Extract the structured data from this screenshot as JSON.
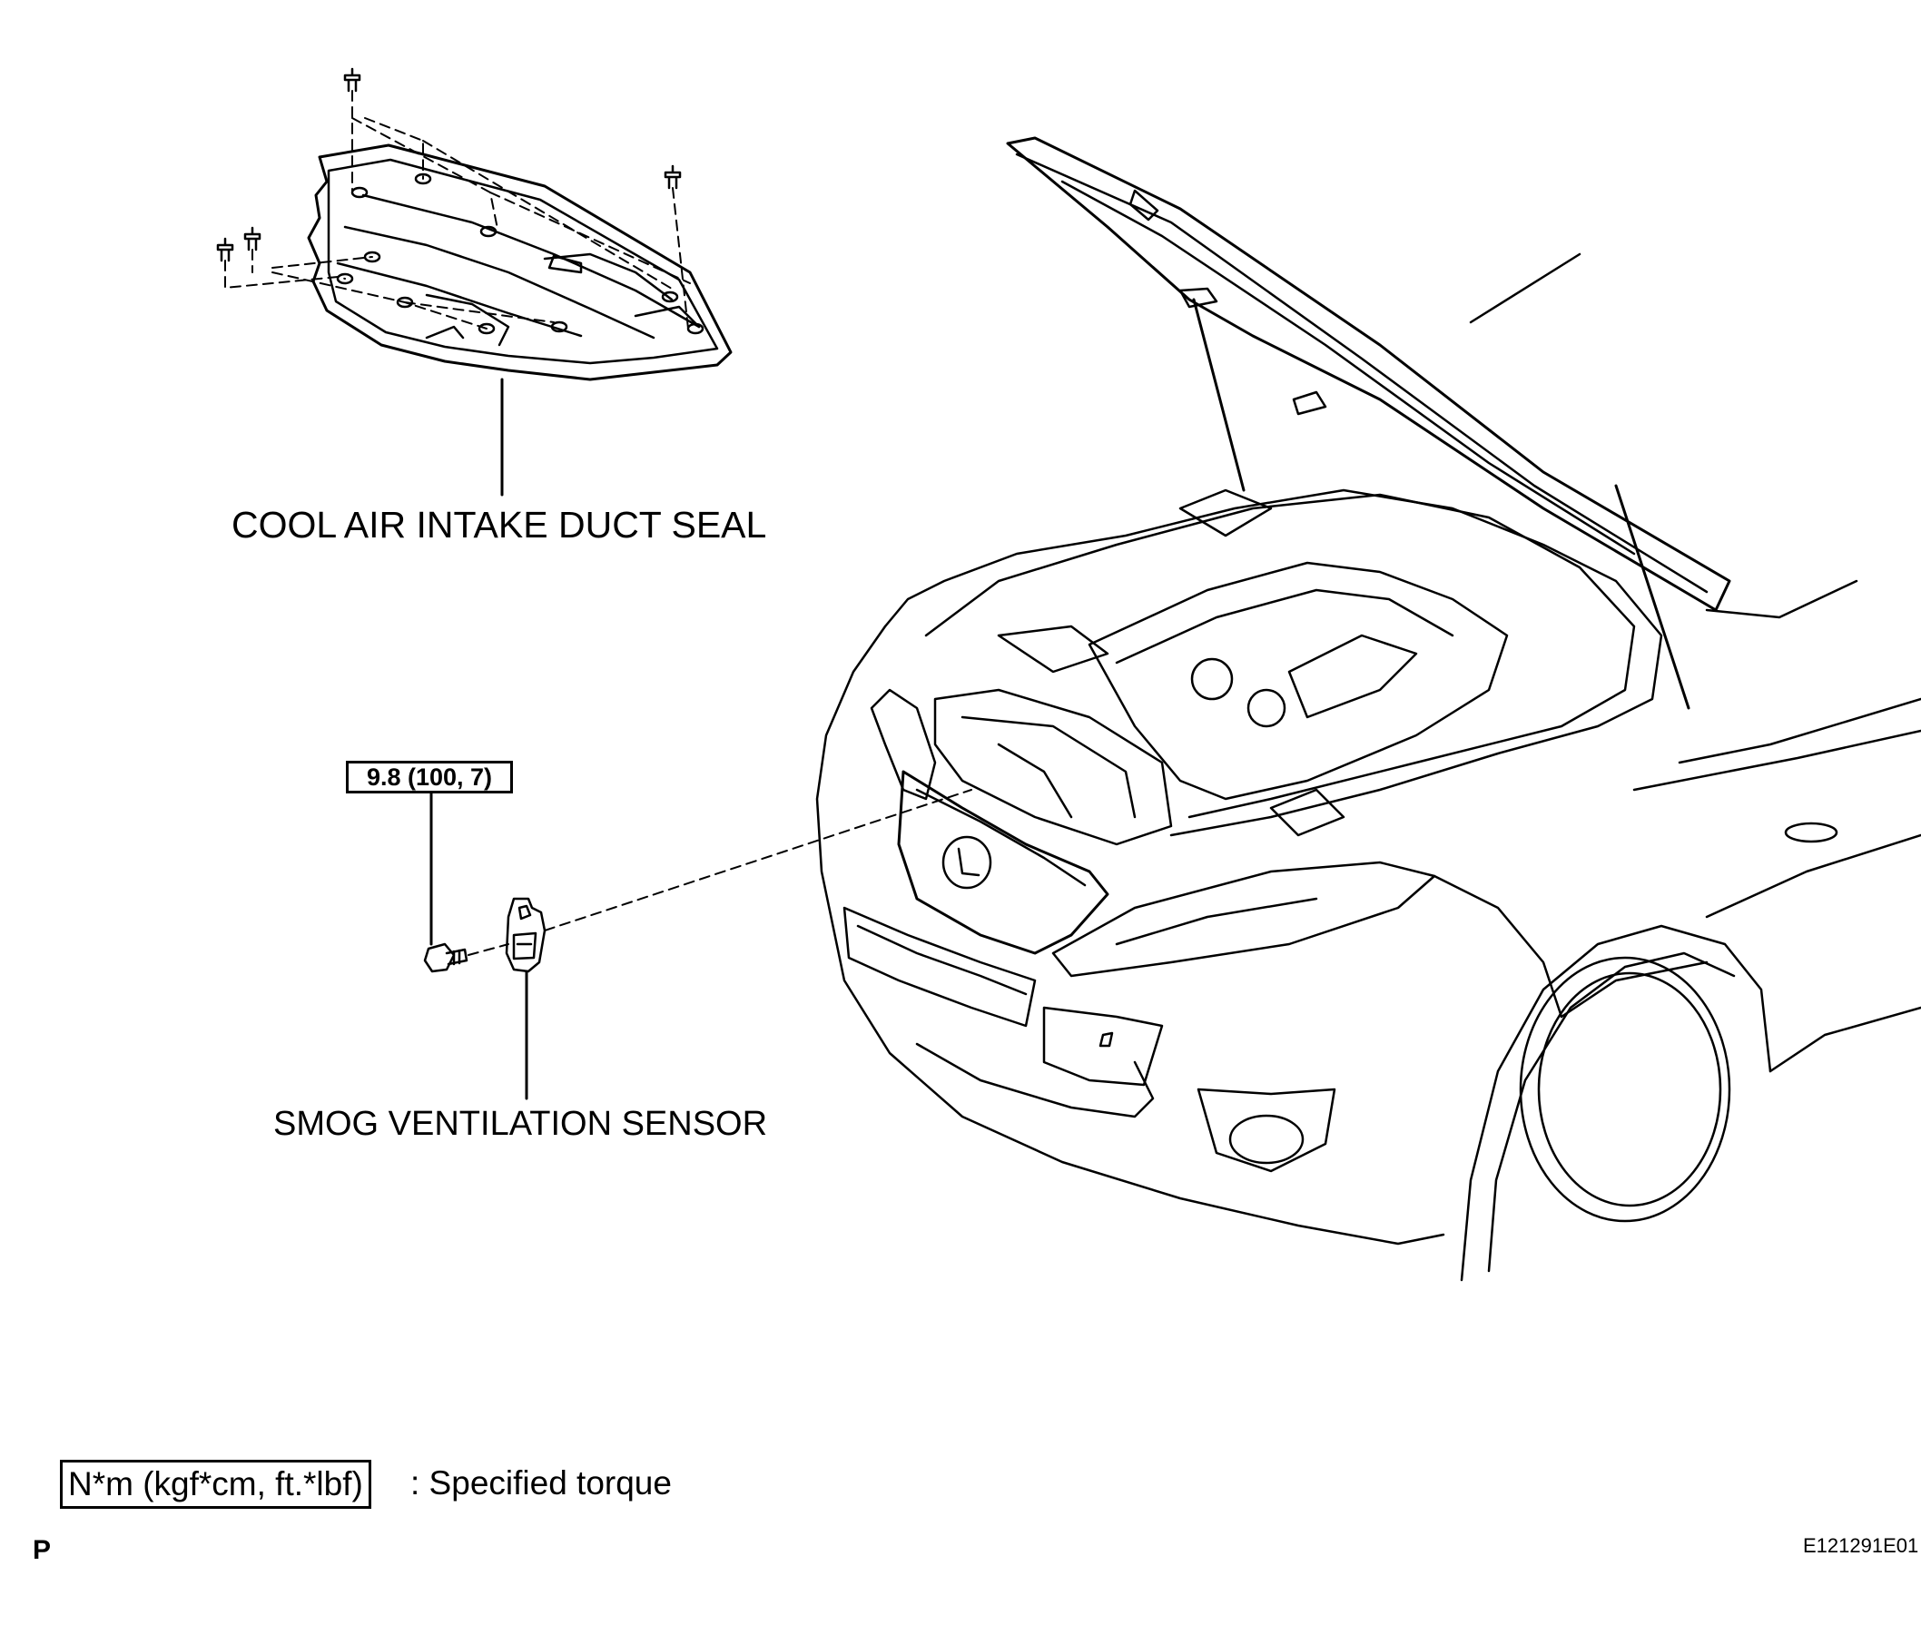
{
  "callouts": {
    "duct_seal": "COOL AIR INTAKE DUCT SEAL",
    "sensor": "SMOG VENTILATION SENSOR",
    "torque_value": "9.8 (100, 7)"
  },
  "legend": {
    "box_text": "N*m (kgf*cm, ft.*lbf)",
    "description": ": Specified torque"
  },
  "footer": {
    "page_letter": "P",
    "figure_code": "E121291E01"
  }
}
